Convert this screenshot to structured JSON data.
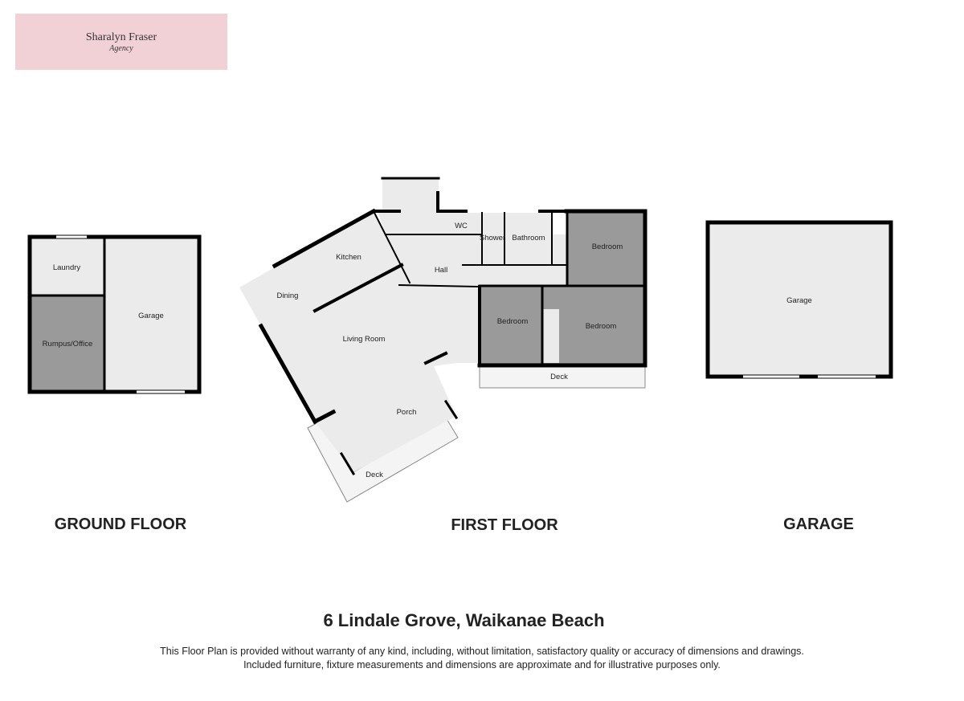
{
  "logo": {
    "name": "Sharalyn Fraser",
    "subtitle": "Agency"
  },
  "ground_floor": {
    "title": "GROUND FLOOR",
    "rooms": [
      "Laundry",
      "Rumpus/Office",
      "Garage"
    ]
  },
  "first_floor": {
    "title": "FIRST FLOOR",
    "rooms": [
      "Kitchen",
      "Dining",
      "Living Room",
      "Porch",
      "Deck",
      "Hall",
      "WC",
      "Shower",
      "Bathroom",
      "Bedroom",
      "Bedroom",
      "Bedroom",
      "Deck"
    ]
  },
  "garage": {
    "title": "GARAGE",
    "rooms": [
      "Garage"
    ]
  },
  "address": "6 Lindale Grove, Waikanae Beach",
  "disclaimer": [
    "This Floor Plan is provided without warranty of any kind, including, without limitation, satisfactory quality or accuracy of dimensions and drawings.",
    "Included furniture, fixture measurements and dimensions are approximate and for illustrative purposes only."
  ],
  "colors": {
    "room": "#ebebeb",
    "bedroom": "#9a9a9a",
    "wall": "#000000",
    "logo_bg": "#f1d1d6"
  }
}
